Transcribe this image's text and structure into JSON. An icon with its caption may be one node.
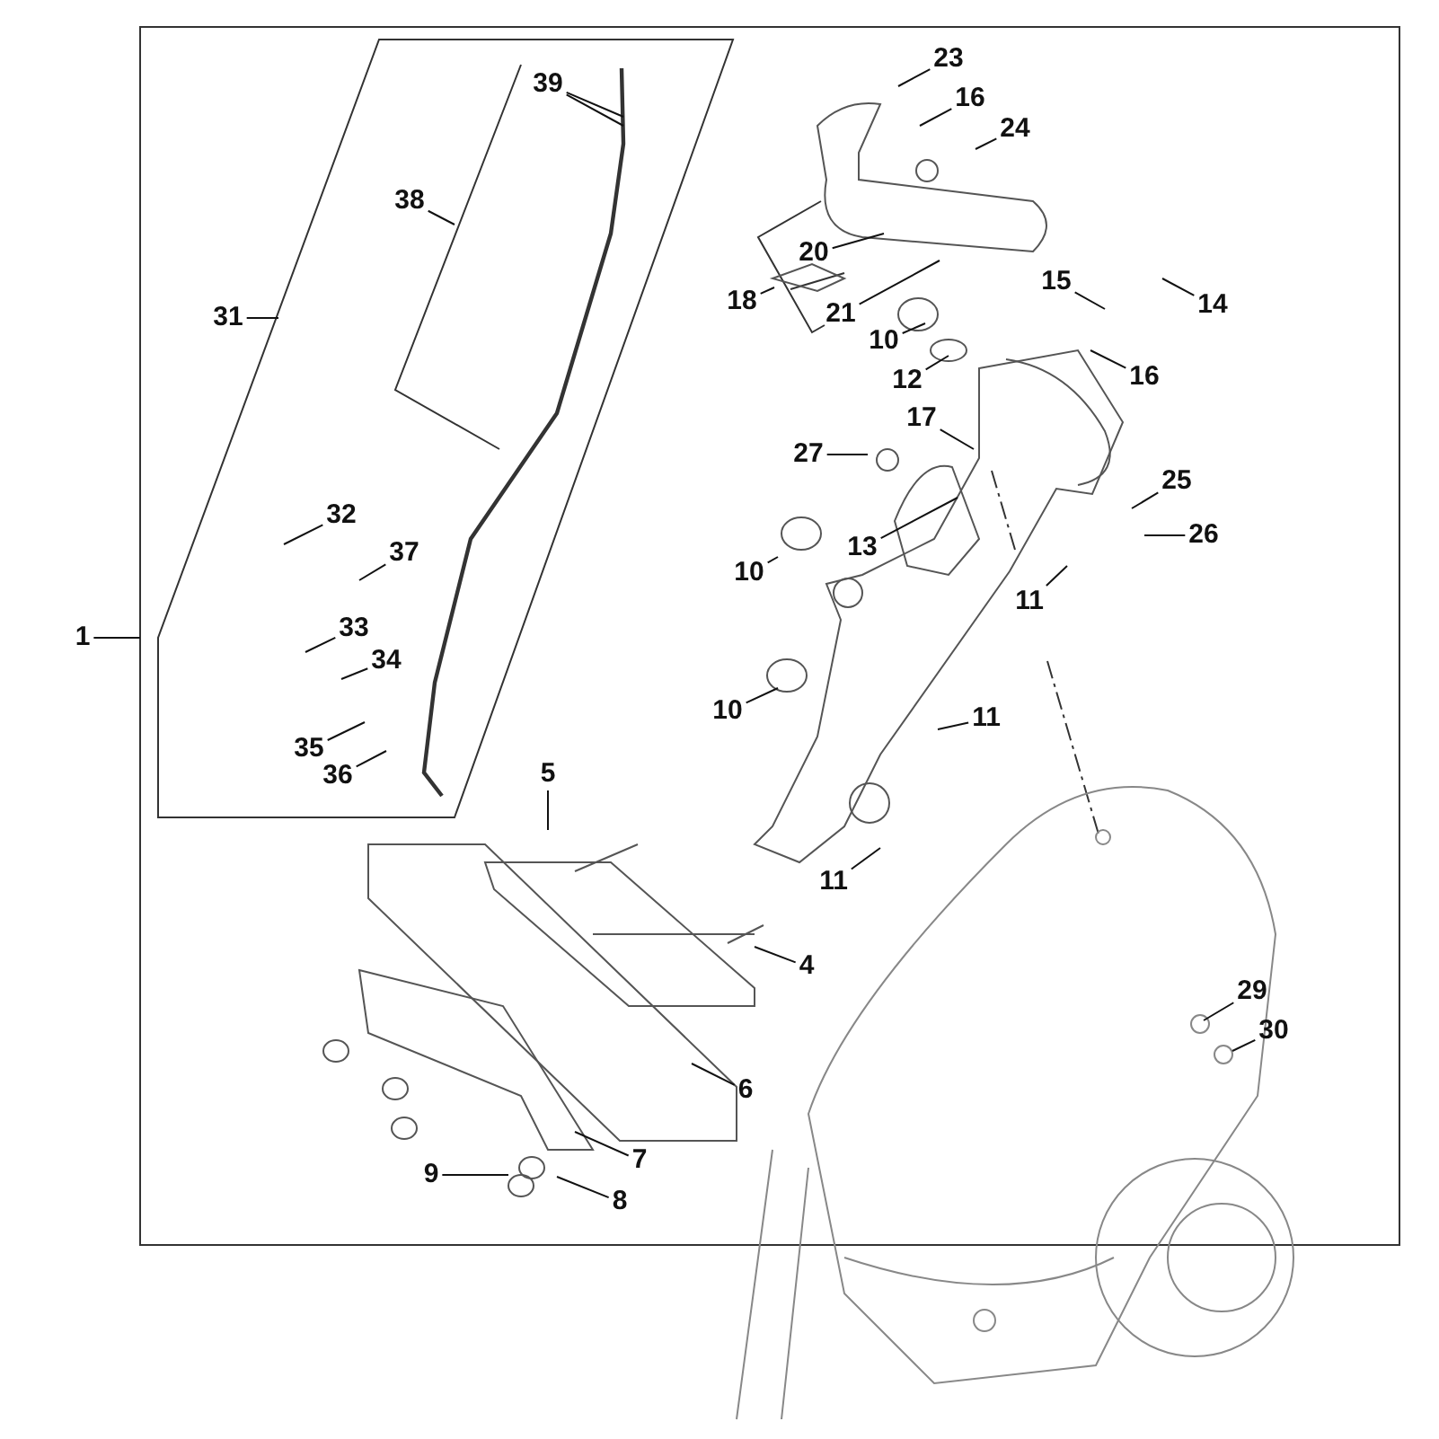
{
  "diagram": {
    "nodes": [
      {
        "text": [
          "39"
        ]
      },
      {
        "text": [
          "23"
        ]
      },
      {
        "text": [
          "16"
        ]
      },
      {
        "text": [
          "24"
        ]
      },
      {
        "text": [
          "38"
        ]
      },
      {
        "text": [
          "20"
        ]
      },
      {
        "text": [
          "15"
        ]
      },
      {
        "text": [
          "18"
        ]
      },
      {
        "text": [
          "14"
        ]
      },
      {
        "text": [
          "21"
        ]
      },
      {
        "text": [
          "31"
        ]
      },
      {
        "text": [
          "10"
        ]
      },
      {
        "text": [
          "16"
        ]
      },
      {
        "text": [
          "12"
        ]
      },
      {
        "text": [
          "17"
        ]
      },
      {
        "text": [
          "27"
        ]
      },
      {
        "text": [
          "25"
        ]
      },
      {
        "text": [
          "32"
        ]
      },
      {
        "text": [
          "26"
        ]
      },
      {
        "text": [
          "13"
        ]
      },
      {
        "text": [
          "37"
        ]
      },
      {
        "text": [
          "10"
        ]
      },
      {
        "text": [
          "11"
        ]
      },
      {
        "text": [
          "33"
        ]
      },
      {
        "text": [
          "1"
        ]
      },
      {
        "text": [
          "34"
        ]
      },
      {
        "text": [
          "10"
        ]
      },
      {
        "text": [
          "11"
        ]
      },
      {
        "text": [
          "35"
        ]
      },
      {
        "text": [
          "5"
        ]
      },
      {
        "text": [
          "36"
        ]
      },
      {
        "text": [
          "11"
        ]
      },
      {
        "text": [
          "4"
        ]
      },
      {
        "text": [
          "29"
        ]
      },
      {
        "text": [
          "30"
        ]
      },
      {
        "text": [
          "6"
        ]
      },
      {
        "text": [
          "7"
        ]
      },
      {
        "text": [
          "9"
        ]
      },
      {
        "text": [
          "8"
        ]
      }
    ],
    "edges": [
      {
        "from": 0,
        "to": null,
        "arrow": "none"
      },
      {
        "from": 0,
        "to": null,
        "arrow": "none"
      },
      {
        "from": 1,
        "to": null,
        "arrow": "none"
      },
      {
        "from": 2,
        "to": null,
        "arrow": "none"
      },
      {
        "from": 3,
        "to": null,
        "arrow": "none"
      },
      {
        "from": 4,
        "to": null,
        "arrow": "none"
      },
      {
        "from": 5,
        "to": null,
        "arrow": "none"
      },
      {
        "from": 6,
        "to": null,
        "arrow": "none"
      },
      {
        "from": 7,
        "to": null,
        "arrow": "none"
      },
      {
        "from": 8,
        "to": null,
        "arrow": "none"
      },
      {
        "from": 9,
        "to": null,
        "arrow": "none"
      },
      {
        "from": 10,
        "to": null,
        "arrow": "none"
      },
      {
        "from": 11,
        "to": null,
        "arrow": "none"
      },
      {
        "from": 12,
        "to": null,
        "arrow": "none"
      },
      {
        "from": 13,
        "to": null,
        "arrow": "none"
      },
      {
        "from": 14,
        "to": null,
        "arrow": "none"
      },
      {
        "from": 15,
        "to": null,
        "arrow": "none"
      },
      {
        "from": 16,
        "to": null,
        "arrow": "none"
      },
      {
        "from": 17,
        "to": null,
        "arrow": "none"
      },
      {
        "from": 18,
        "to": null,
        "arrow": "none"
      },
      {
        "from": 19,
        "to": null,
        "arrow": "none"
      },
      {
        "from": 20,
        "to": null,
        "arrow": "none"
      },
      {
        "from": 21,
        "to": null,
        "arrow": "none"
      },
      {
        "from": 22,
        "to": null,
        "arrow": "none"
      },
      {
        "from": 23,
        "to": null,
        "arrow": "none"
      },
      {
        "from": 24,
        "to": null,
        "arrow": "none"
      },
      {
        "from": 25,
        "to": null,
        "arrow": "none"
      },
      {
        "from": 26,
        "to": null,
        "arrow": "none"
      },
      {
        "from": 27,
        "to": null,
        "arrow": "none"
      },
      {
        "from": 28,
        "to": null,
        "arrow": "none"
      },
      {
        "from": 29,
        "to": null,
        "arrow": "none"
      },
      {
        "from": 30,
        "to": null,
        "arrow": "none"
      },
      {
        "from": 31,
        "to": null,
        "arrow": "none"
      },
      {
        "from": 32,
        "to": null,
        "arrow": "none"
      },
      {
        "from": 33,
        "to": null,
        "arrow": "none"
      },
      {
        "from": 34,
        "to": null,
        "arrow": "none"
      },
      {
        "from": 35,
        "to": null,
        "arrow": "none"
      },
      {
        "from": 36,
        "to": null,
        "arrow": "none"
      },
      {
        "from": 37,
        "to": null,
        "arrow": "none"
      },
      {
        "from": 38,
        "to": null,
        "arrow": "none"
      }
    ]
  }
}
